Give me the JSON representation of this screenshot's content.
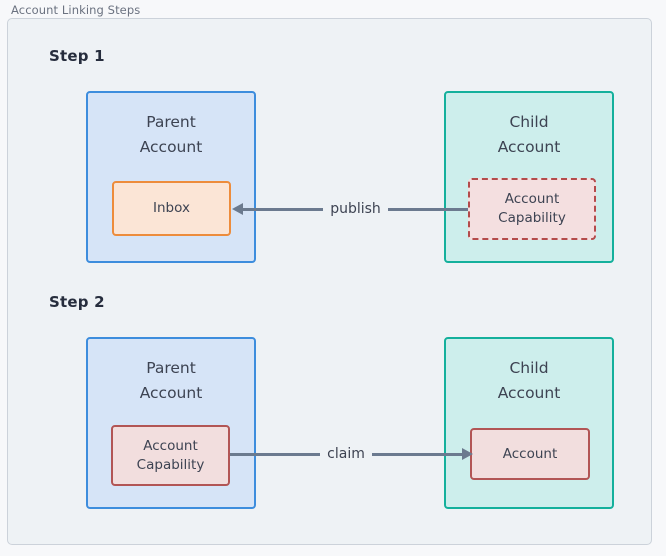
{
  "frame": {
    "title": "Account Linking Steps",
    "border_color": "#ccd2da",
    "background": "#eef2f5"
  },
  "steps": [
    {
      "label": "Step 1",
      "left_node": {
        "title": "Parent\nAccount",
        "fill": "#d6e4f7",
        "border": "#3d8ddd",
        "inner": {
          "label": "Inbox",
          "fill": "#fbe5d6",
          "border": "#ed8c3c",
          "border_style": "solid"
        }
      },
      "right_node": {
        "title": "Child\nAccount",
        "fill": "#cdeeec",
        "border": "#14b09c",
        "inner": {
          "label": "Account\nCapability",
          "fill": "#f4dfe0",
          "border": "#b44b4b",
          "border_style": "dashed"
        }
      },
      "connector": {
        "label": "publish",
        "direction": "right-to-left",
        "color": "#6b7a8f"
      }
    },
    {
      "label": "Step 2",
      "left_node": {
        "title": "Parent\nAccount",
        "fill": "#d6e4f7",
        "border": "#3d8ddd",
        "inner": {
          "label": "Account\nCapability",
          "fill": "#f2dede",
          "border": "#b25555",
          "border_style": "solid"
        }
      },
      "right_node": {
        "title": "Child\nAccount",
        "fill": "#cdeeec",
        "border": "#14b09c",
        "inner": {
          "label": "Account",
          "fill": "#f2dede",
          "border": "#b25555",
          "border_style": "solid"
        }
      },
      "connector": {
        "label": "claim",
        "direction": "left-to-right",
        "color": "#6b7a8f"
      }
    }
  ]
}
